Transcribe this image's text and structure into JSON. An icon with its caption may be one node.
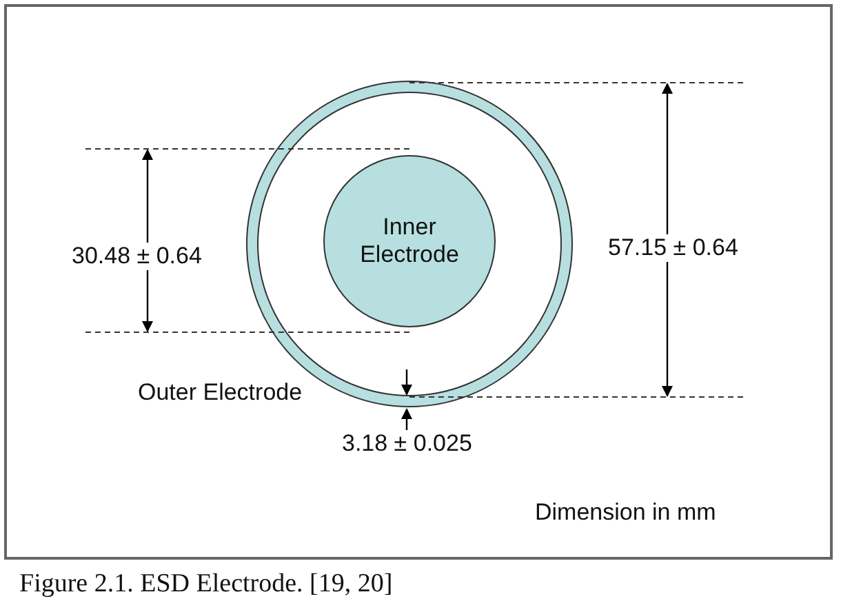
{
  "diagram": {
    "caption": "Figure 2.1. ESD Electrode. [19, 20]",
    "nodes": [
      {
        "text": [
          "Outer Electrode"
        ]
      },
      {
        "text": [
          "Inner Electrode"
        ],
        "in": 0
      }
    ],
    "labels": [
      "30.48 ± 0.64",
      "57.15 ± 0.64",
      "3.18 ± 0.025",
      "Dimension in mm"
    ]
  }
}
